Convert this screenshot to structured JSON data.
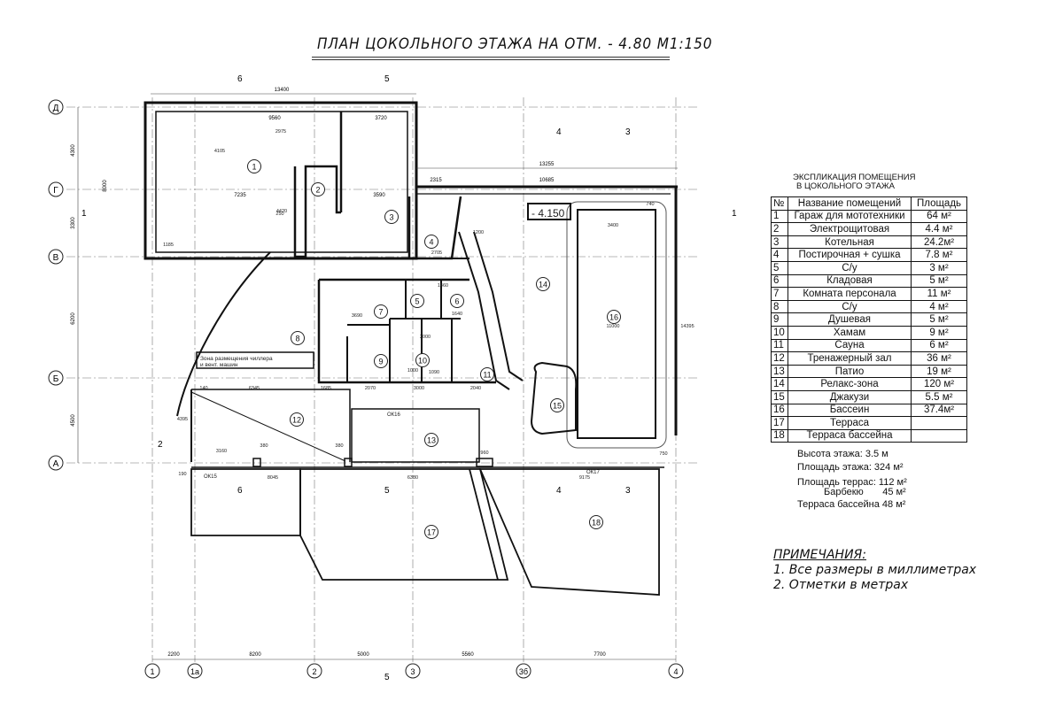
{
  "title": "ПЛАН ЦОКОЛЬНОГО  ЭТАЖА НА ОТМ. - 4.80  М1:150",
  "axes": {
    "rows": [
      "Д",
      "Г",
      "В",
      "Б",
      "А"
    ],
    "columns": [
      "1",
      "1а",
      "2",
      "3",
      "3б",
      "4"
    ],
    "bottom_dims": [
      "2200",
      "8200",
      "5000",
      "5560",
      "7700"
    ],
    "left_dims": [
      "4300",
      "3300",
      "6200",
      "4500",
      "8000"
    ],
    "top_dims": [
      "13400",
      "9560",
      "3720",
      "13255",
      "2315",
      "10685",
      "7235",
      "3590"
    ]
  },
  "section_marks": [
    "6",
    "5",
    "4",
    "3",
    "1",
    "1",
    "2",
    "6",
    "5",
    "4",
    "3",
    "5"
  ],
  "rooms": [
    "1",
    "2",
    "3",
    "4",
    "5",
    "6",
    "7",
    "8",
    "9",
    "10",
    "11",
    "12",
    "13",
    "14",
    "15",
    "16",
    "17",
    "18"
  ],
  "plan_labels": {
    "elevation": "- 4.150",
    "chiller_zone": "Зона размещения чиллера",
    "chiller_zone_2": "и вент. машин",
    "ok15": "ОК15",
    "ok16": "ОК16",
    "ok17": "ОК17",
    "dims": [
      "8045",
      "6380",
      "9175",
      "3160",
      "380",
      "380",
      "960",
      "140",
      "6345",
      "1685",
      "2070",
      "3000",
      "2040",
      "3690",
      "1185",
      "4420",
      "4105",
      "2975",
      "250",
      "1200",
      "3400",
      "11000",
      "14395",
      "740",
      "750",
      "1640",
      "1460",
      "1090",
      "1000",
      "3000",
      "2705",
      "190",
      "4395"
    ]
  },
  "explication": {
    "heading_1": "ЭКСПЛИКАЦИЯ ПОМЕЩЕНИЯ",
    "heading_2": "В ЦОКОЛЬНОГО ЭТАЖА",
    "columns": [
      "№",
      "Название помещений",
      "Площадь"
    ],
    "rows": [
      [
        "1",
        "Гараж для мототехники",
        "64 м²"
      ],
      [
        "2",
        "Электрощитовая",
        "4.4 м²"
      ],
      [
        "3",
        "Котельная",
        "24.2м²"
      ],
      [
        "4",
        "Постирочная + сушка",
        "7.8 м²"
      ],
      [
        "5",
        "С/у",
        "3 м²"
      ],
      [
        "6",
        "Кладовая",
        "5 м²"
      ],
      [
        "7",
        "Комната  персонала",
        "11 м²"
      ],
      [
        "8",
        "С/у",
        "4 м²"
      ],
      [
        "9",
        "Душевая",
        "5 м²"
      ],
      [
        "10",
        "Хамам",
        "9 м²"
      ],
      [
        "11",
        "Сауна",
        "6 м²"
      ],
      [
        "12",
        "Тренажерный зал",
        "36 м²"
      ],
      [
        "13",
        "Патио",
        "19 м²"
      ],
      [
        "14",
        "Релакс-зона",
        "120 м²"
      ],
      [
        "15",
        "Джакузи",
        "5.5 м²"
      ],
      [
        "16",
        "Бассеин",
        "37.4м²"
      ],
      [
        "17",
        "Терраса",
        ""
      ],
      [
        "18",
        "Терраса бассейна",
        ""
      ]
    ]
  },
  "stats": [
    "Высота этажа: 3.5 м",
    "Площадь этажа: 324 м²",
    "Площадь террас: 112 м²",
    "Барбекю       45 м²",
    "Терраса бассейна 48 м²"
  ],
  "notes": {
    "heading": "ПРИМЕЧАНИЯ:",
    "items": [
      "1. Все размеры в миллиметрах",
      "2. Отметки в метрах"
    ]
  }
}
